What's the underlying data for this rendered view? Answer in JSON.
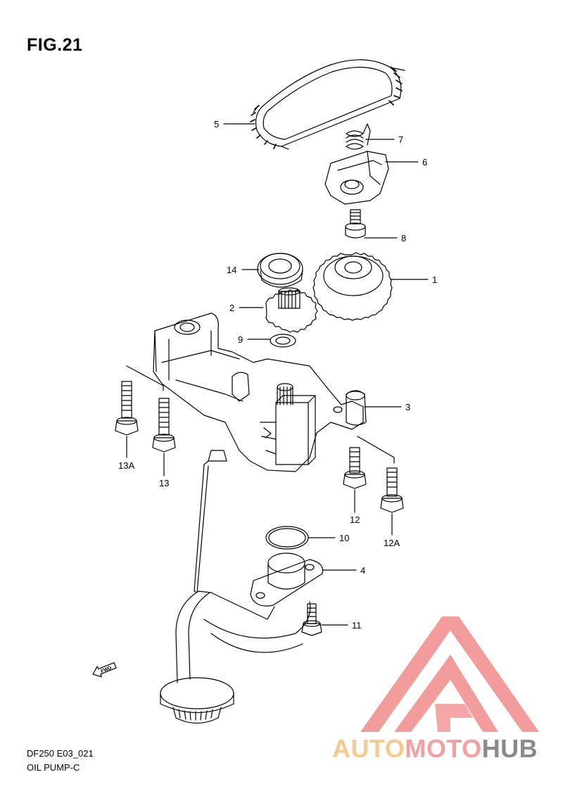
{
  "figure": {
    "title": "FIG.21",
    "model_code": "DF250 E03_021",
    "section_name": "OIL PUMP-C",
    "fwd_label": "FWD"
  },
  "callouts": [
    {
      "id": "5",
      "label": "5"
    },
    {
      "id": "7",
      "label": "7"
    },
    {
      "id": "6",
      "label": "6"
    },
    {
      "id": "8",
      "label": "8"
    },
    {
      "id": "14",
      "label": "14"
    },
    {
      "id": "1",
      "label": "1"
    },
    {
      "id": "2",
      "label": "2"
    },
    {
      "id": "9",
      "label": "9"
    },
    {
      "id": "3",
      "label": "3"
    },
    {
      "id": "13A",
      "label": "13A"
    },
    {
      "id": "13",
      "label": "13"
    },
    {
      "id": "12",
      "label": "12"
    },
    {
      "id": "12A",
      "label": "12A"
    },
    {
      "id": "10",
      "label": "10"
    },
    {
      "id": "4",
      "label": "4"
    },
    {
      "id": "11",
      "label": "11"
    }
  ],
  "watermark": {
    "logo": "automotohub-triangle-logo",
    "part1": "AUTO",
    "part2": "MOTO",
    "part3": "HUB",
    "color_auto": "#f7c98f",
    "color_moto": "#f2a0a0",
    "color_hub": "#8a8a8a",
    "color_logo": "#f28b8b"
  }
}
